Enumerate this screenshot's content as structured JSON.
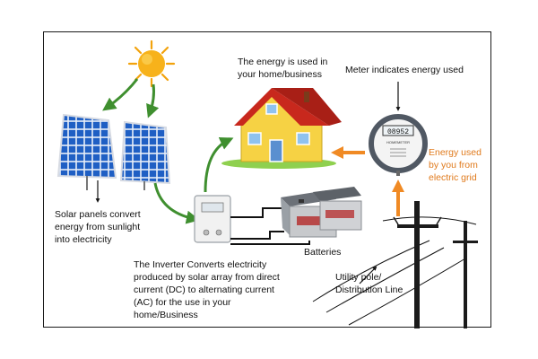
{
  "labels": {
    "house": [
      "The energy is used in",
      "your home/business"
    ],
    "meter": "Meter indicates energy used",
    "grid_energy": [
      "Energy used",
      "by you from",
      "electric grid"
    ],
    "panels": [
      "Solar panels convert",
      "energy from sunlight",
      "into electricity"
    ],
    "batteries": "Batteries",
    "inverter": [
      "The Inverter Converts electricity",
      "produced by solar array from direct",
      "current (DC) to alternating current",
      "(AC) for the use in your",
      "home/Business"
    ],
    "utility": [
      "Utility pole/",
      "Distribution Line"
    ]
  },
  "meter_display": "08952",
  "meter_brand": "HOMEMETER",
  "colors": {
    "sun": "#f7b21b",
    "arrow_green": "#3f8f2f",
    "arrow_orange": "#f08a24",
    "panel_blue": "#1f5fc4",
    "roof": "#c8281d",
    "house_wall": "#f6d244",
    "grass": "#8fd04f",
    "grid_text": "#e07a1c"
  },
  "icons": [
    "sun-icon",
    "solar-panel-icon",
    "house-icon",
    "meter-icon",
    "inverter-icon",
    "battery-icon",
    "utility-pole-icon"
  ]
}
